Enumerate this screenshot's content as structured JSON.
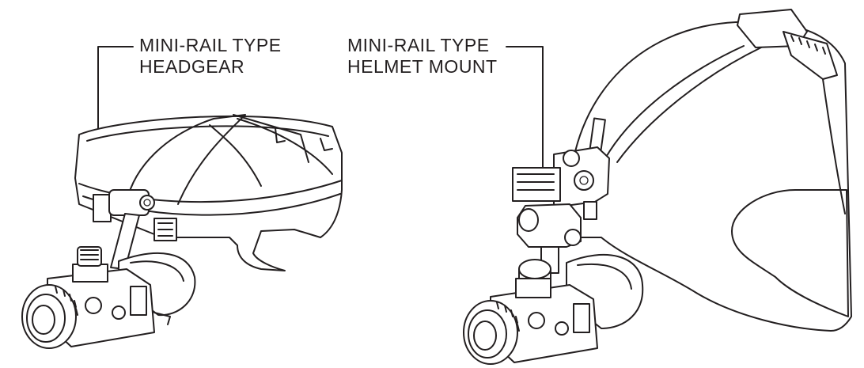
{
  "labels": {
    "headgear": {
      "line1": "MINI-RAIL TYPE",
      "line2": "HEADGEAR"
    },
    "helmet_mount": {
      "line1": "MINI-RAIL TYPE",
      "line2": "HELMET MOUNT"
    }
  },
  "colors": {
    "ink": "#231f20",
    "background": "#ffffff"
  }
}
